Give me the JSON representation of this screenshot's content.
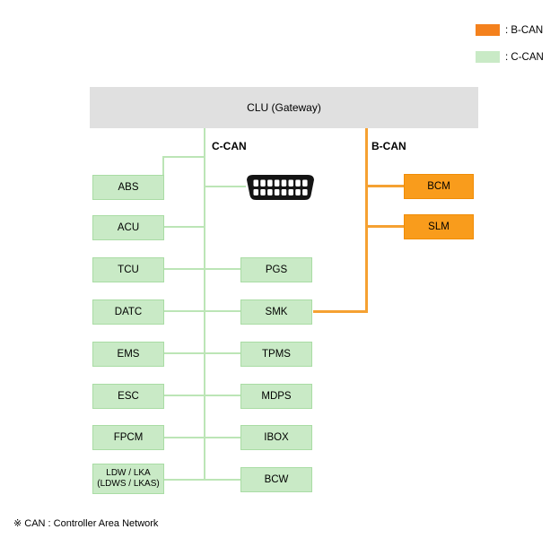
{
  "legend": {
    "bcan_label": ": B-CAN",
    "ccan_label": ": C-CAN"
  },
  "gateway": {
    "label": "CLU (Gateway)"
  },
  "buses": {
    "ccan_label": "C-CAN",
    "bcan_label": "B-CAN"
  },
  "nodes": {
    "abs": "ABS",
    "acu": "ACU",
    "tcu": "TCU",
    "datc": "DATC",
    "ems": "EMS",
    "esc": "ESC",
    "fpcm": "FPCM",
    "ldw_line1": "LDW / LKA",
    "ldw_line2": "(LDWS / LKAS)",
    "pgs": "PGS",
    "smk": "SMK",
    "tpms": "TPMS",
    "mdps": "MDPS",
    "ibox": "IBOX",
    "bcw": "BCW",
    "bcm": "BCM",
    "slm": "SLM"
  },
  "icons": {
    "obd_connector": "obd2-connector-icon"
  },
  "footer": {
    "note": "※ CAN : Controller Area Network"
  },
  "colors": {
    "ccan_fill": "#C9EAC6",
    "ccan_border": "#A9DCA4",
    "ccan_line": "#BCE5B6",
    "bcan_fill": "#F99C1C",
    "bcan_border": "#F08C05",
    "bcan_line": "#F5A132",
    "legend_bcan_swatch": "#F4811D",
    "legend_ccan_swatch": "#C9EAC6",
    "gateway_bar": "#E0E0E0",
    "text": "#000000"
  }
}
